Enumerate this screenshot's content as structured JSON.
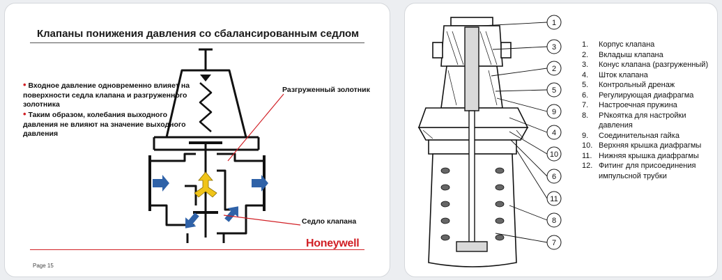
{
  "left_slide": {
    "title": "Клапаны понижения давления со сбалансированным седлом",
    "bullets": [
      "Входное давление одновременно влияет на поверхности седла клапана и разгруженного золотника",
      "Таким образом, колебания выходного давления не влияют на значение выходного давления"
    ],
    "callouts": {
      "spool": "Разгруженный золотник",
      "seat": "Седло клапана"
    },
    "brand": "Honeywell",
    "page_label": "Page 15"
  },
  "right_slide": {
    "markers": [
      "1",
      "3",
      "2",
      "5",
      "9",
      "4",
      "10",
      "6",
      "11",
      "8",
      "7"
    ],
    "legend": [
      {
        "num": "1.",
        "text": "Корпус клапана"
      },
      {
        "num": "2.",
        "text": "Вкладыш клапана"
      },
      {
        "num": "3.",
        "text": "Конус клапана (разгруженный)"
      },
      {
        "num": "4.",
        "text": "Шток клапана"
      },
      {
        "num": "5.",
        "text": "Контрольный дренаж"
      },
      {
        "num": "6.",
        "text": "Регулирующая диафрагма"
      },
      {
        "num": "7.",
        "text": "Настроечная пружина"
      },
      {
        "num": "8.",
        "text": "PNкоятка для настройки давления"
      },
      {
        "num": "9.",
        "text": "Соединительная гайка"
      },
      {
        "num": "10.",
        "text": "Верхняя крышка диафрагмы"
      },
      {
        "num": "11.",
        "text": "Нижняя крышка диафрагмы"
      },
      {
        "num": "12.",
        "text": "Фитинг для присоединения импульсной трубки"
      }
    ]
  },
  "colors": {
    "accent_red": "#d11f25",
    "flow_blue": "#2f62a8",
    "flow_yellow": "#f0c419",
    "line_dark": "#111111"
  },
  "icons": [
    "flow-arrow-icon",
    "balanced-flow-icon"
  ]
}
